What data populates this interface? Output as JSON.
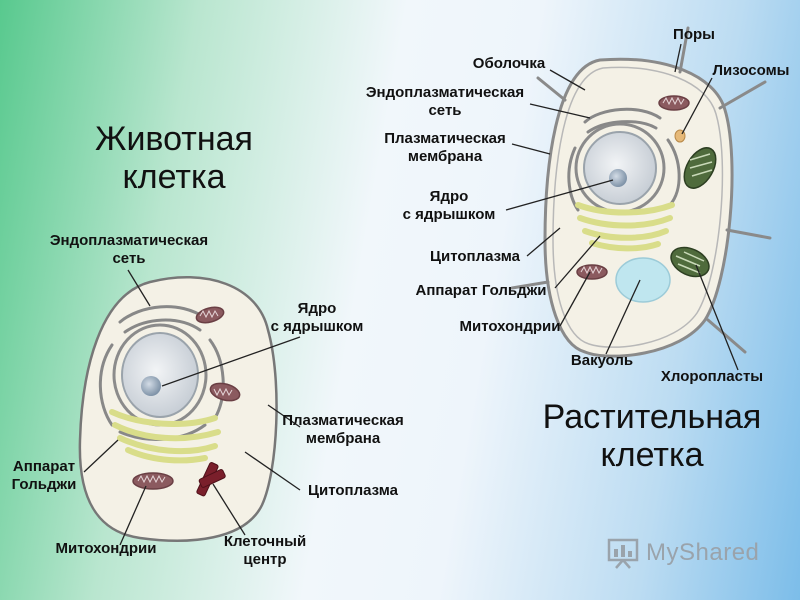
{
  "titles": {
    "animal": [
      "Животная",
      "клетка"
    ],
    "plant": [
      "Растительная",
      "клетка"
    ]
  },
  "animal_labels": {
    "er": [
      "Эндоплазматическая",
      "сеть"
    ],
    "nucleus": [
      "Ядро",
      "с ядрышком"
    ],
    "membrane": [
      "Плазматическая",
      "мембрана"
    ],
    "golgi": [
      "Аппарат",
      "Гольджи"
    ],
    "cytoplasm": "Цитоплазма",
    "mitochondria": "Митохондрии",
    "centrosome": [
      "Клеточный",
      "центр"
    ]
  },
  "plant_labels": {
    "pores": "Поры",
    "shell": "Оболочка",
    "lysosomes": "Лизосомы",
    "er": [
      "Эндоплазматическая",
      "сеть"
    ],
    "membrane": [
      "Плазматическая",
      "мембрана"
    ],
    "nucleus": [
      "Ядро",
      "с ядрышком"
    ],
    "cytoplasm": "Цитоплазма",
    "golgi": "Аппарат Гольджи",
    "mitochondria": "Митохондрии",
    "vacuole": "Вакуоль",
    "chloroplasts": "Хлоропласты"
  },
  "watermark": "MyShared",
  "colors": {
    "cell_fill": "#f4f1e6",
    "outline": "#777777",
    "golgi": "#d9dd8a",
    "mitochondria": "#8b5a5f",
    "chloroplast": "#4f6b3c",
    "vacuole": "#bfe6ef",
    "centrosome": "#7a1f2b",
    "leader_line": "#222222"
  }
}
